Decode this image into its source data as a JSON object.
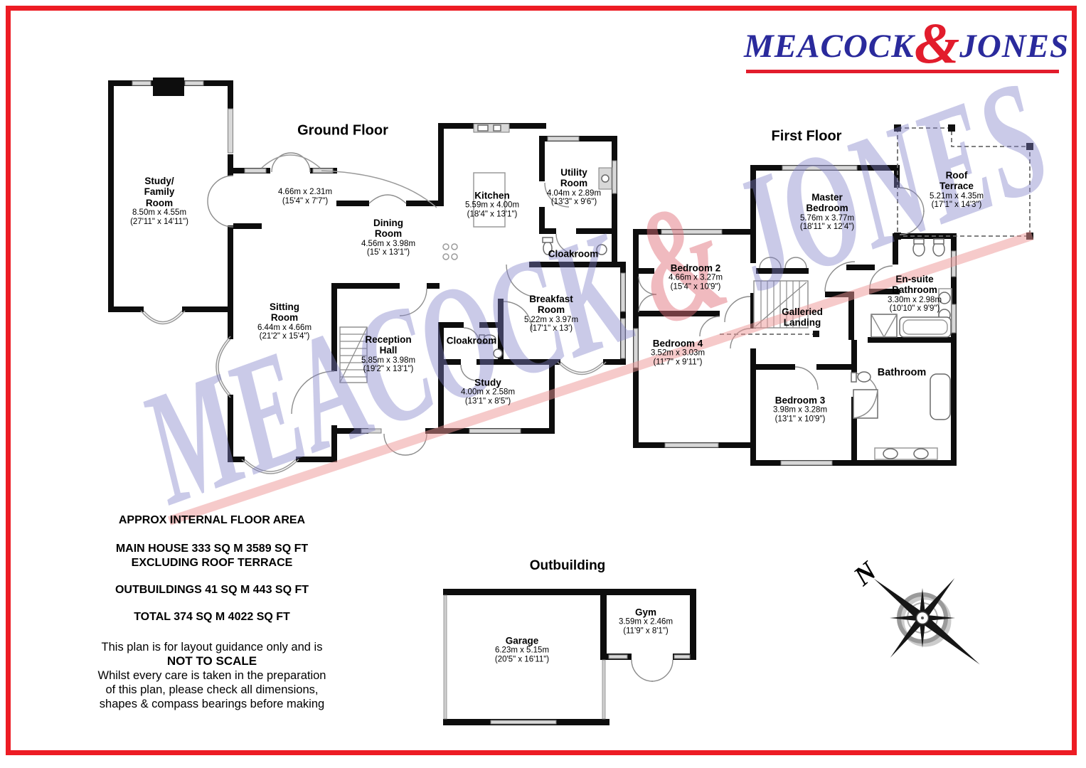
{
  "logo": {
    "left": "MEACOCK",
    "amp": "&",
    "right": "JONES"
  },
  "watermark": {
    "left": "MEACOCK ",
    "amp": "&",
    "right": " JONES"
  },
  "floors": {
    "ground": {
      "title": "Ground Floor",
      "rooms": [
        {
          "name": "Study/\nFamily\nRoom",
          "metric": "8.50m x 4.55m",
          "imperial": "(27'11\" x 14'11\")"
        },
        {
          "name": "",
          "metric": "4.66m x 2.31m",
          "imperial": "(15'4\" x 7'7\")"
        },
        {
          "name": "Dining\nRoom",
          "metric": "4.56m x 3.98m",
          "imperial": "(15' x 13'1\")"
        },
        {
          "name": "Kitchen",
          "metric": "5.59m x 4.00m",
          "imperial": "(18'4\" x 13'1\")"
        },
        {
          "name": "Utility\nRoom",
          "metric": "4.04m x 2.89m",
          "imperial": "(13'3\" x 9'6\")"
        },
        {
          "name": "Cloakroom",
          "metric": "",
          "imperial": ""
        },
        {
          "name": "Sitting\nRoom",
          "metric": "6.44m x 4.66m",
          "imperial": "(21'2\" x 15'4\")"
        },
        {
          "name": "Reception\nHall",
          "metric": "5.85m x 3.98m",
          "imperial": "(19'2\" x 13'1\")"
        },
        {
          "name": "Cloakroom",
          "metric": "",
          "imperial": ""
        },
        {
          "name": "Breakfast\nRoom",
          "metric": "5.22m x 3.97m",
          "imperial": "(17'1\" x 13')"
        },
        {
          "name": "Study",
          "metric": "4.00m x 2.58m",
          "imperial": "(13'1\" x 8'5\")"
        }
      ]
    },
    "first": {
      "title": "First Floor",
      "rooms": [
        {
          "name": "Master\nBedroom",
          "metric": "5.76m x 3.77m",
          "imperial": "(18'11\" x 12'4\")"
        },
        {
          "name": "Roof\nTerrace",
          "metric": "5.21m x 4.35m",
          "imperial": "(17'1\" x 14'3\")"
        },
        {
          "name": "Bedroom 2",
          "metric": "4.66m x 3.27m",
          "imperial": "(15'4\" x 10'9\")"
        },
        {
          "name": "En-suite\nBathroom",
          "metric": "3.30m x 2.98m",
          "imperial": "(10'10\" x 9'9\")"
        },
        {
          "name": "Galleried\nLanding",
          "metric": "",
          "imperial": ""
        },
        {
          "name": "Bedroom 4",
          "metric": "3.52m x 3.03m",
          "imperial": "(11'7\" x 9'11\")"
        },
        {
          "name": "Bathroom",
          "metric": "",
          "imperial": ""
        },
        {
          "name": "Bedroom 3",
          "metric": "3.98m x 3.28m",
          "imperial": "(13'1\" x 10'9\")"
        }
      ]
    },
    "outbuilding": {
      "title": "Outbuilding",
      "rooms": [
        {
          "name": "Garage",
          "metric": "6.23m x 5.15m",
          "imperial": "(20'5\" x 16'11\")"
        },
        {
          "name": "Gym",
          "metric": "3.59m x 2.46m",
          "imperial": "(11'9\" x 8'1\")"
        }
      ]
    }
  },
  "area_summary": {
    "heading": "APPROX INTERNAL FLOOR AREA",
    "main_house": "MAIN HOUSE 333 SQ M 3589 SQ FT",
    "main_house2": "EXCLUDING ROOF TERRACE",
    "outbuildings": "OUTBUILDINGS 41 SQ M 443 SQ FT",
    "total": "TOTAL 374 SQ M 4022 SQ FT",
    "disclaimer_1": "This plan is for layout guidance only and is",
    "not_to_scale": "NOT TO SCALE",
    "disclaimer_2": "Whilst every care is taken in the preparation",
    "disclaimer_3": "of this plan, please check all dimensions,",
    "disclaimer_4": "shapes & compass bearings before making"
  },
  "compass": {
    "north": "N"
  },
  "colors": {
    "border_red": "#ed1c24",
    "logo_blue": "#2a2a9c",
    "logo_red": "#e21c2c"
  }
}
